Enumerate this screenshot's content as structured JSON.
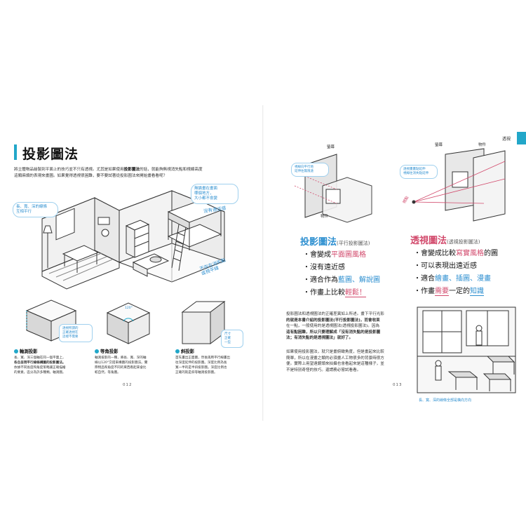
{
  "side_tab": {
    "label": "透視"
  },
  "left_page": {
    "title": "投影圖法",
    "intro_1a": "將立體物品繪製到平面上的技巧並不只有透視。尤其是如果使用",
    "intro_1b": "投影圖法",
    "intro_1c": "的話，就能夠無視消失點和視線高度",
    "intro_2": "這類麻煩的表現來畫圖。如果覺得透視很困難，要不要試著從投影圖法來開始畫看看呢？",
    "notes": {
      "room_left": "長、寬、深的線條\n互相平行",
      "room_right": "無論畫在畫面\n哪個地方，\n大小都不會變",
      "room_right2": "沒有遠近感",
      "room_bottom": "不存在消失點\n或視平線",
      "cube_note": "透視所謂的\n正確透視在\n這裡不需要",
      "cube3_note": "尺寸\n正確\n一些"
    },
    "cubes": [
      {
        "title": "軸測投影",
        "desc_lines": [
          "長、寬、深三個軸在同一個平面上，",
          "各自呈現平行線條構圖的投影圖法。",
          "依據不同長度和角度策略讓正確描繪",
          "的要素，區分為許多種類。軸測圖。"
        ]
      },
      {
        "title": "等角投影",
        "angle_label": "120°",
        "desc_lines": [
          "軸測投影的一種，將長、寬、深的軸",
          "線以120°交錯來構圖的投影圖法。實",
          "際物品和角度不同的東西看起來會比",
          "較自然，等角圖。"
        ]
      },
      {
        "title": "斜投影",
        "desc_lines": [
          "首先畫出正面圖，然後再用平行線畫出",
          "往深度延伸的投影圖。深度比例為長",
          "寬一半的是半斜投影圖。深度比例也",
          "正確的就是斜等軸測投影圖。"
        ]
      }
    ],
    "page_number": "012"
  },
  "right_page": {
    "diagram_left": {
      "label_screen": "螢幕",
      "label_object": "物件",
      "note": "視線向平行地\n延伸往無限遠"
    },
    "diagram_right": {
      "label_screen": "螢幕",
      "label_object": "物件",
      "label_viewpoint": "視點",
      "note": "透視畫畫點延伸\n視線往消失點延伸"
    },
    "projection": {
      "heading": "投影圖法",
      "sub": "(平行投影圖法)",
      "b1a": "・會變成",
      "b1b": "平面圖風格",
      "b2": "・沒有遠近感",
      "b3a": "・適合作為",
      "b3b": "藍圖、解說圖",
      "b4a": "・作畫上比較",
      "b4b": "輕鬆！"
    },
    "perspective": {
      "heading": "透視圖法",
      "sub": "(透視投影圖法)",
      "b1a": "・會變成比較",
      "b1b": "寫實風格",
      "b1c": "的圖",
      "b2": "・可以表現出遠近感",
      "b3a": "・適合",
      "b3b": "繪畫、插圖、漫畫",
      "b4a": "・作畫",
      "b4b": "需要",
      "b4c": "一定的",
      "b4d": "知識"
    },
    "para1_lines": [
      "投影圖法和透視圖法的正確差異如上所述。畫下平行光影",
      "的就是本書介紹的投影圖法(平行投影圖法)，而會收束",
      "在一點，一般使用的是透視圖法(透視投影圖法)。因為",
      "這有點困難，所以只要理解成「沒有消失點的是投影圖",
      "法；有消失點的是透視圖法」就好了。"
    ],
    "para2_lines": [
      "如果使用投影圖法，就只是畫俯瞰角度，但是畫起來比較",
      "簡單，所以在漫畫之類的必須畫人工物很多的背景時很方",
      "便。實際上用望遠鏡頭來拍攝也會看起來是這種樣子，並",
      "不是特別奇怪的技巧。還請務必嘗試看看。"
    ],
    "scene_caption": "長、寬、深的線條全部是橫向方向",
    "page_number": "013"
  }
}
